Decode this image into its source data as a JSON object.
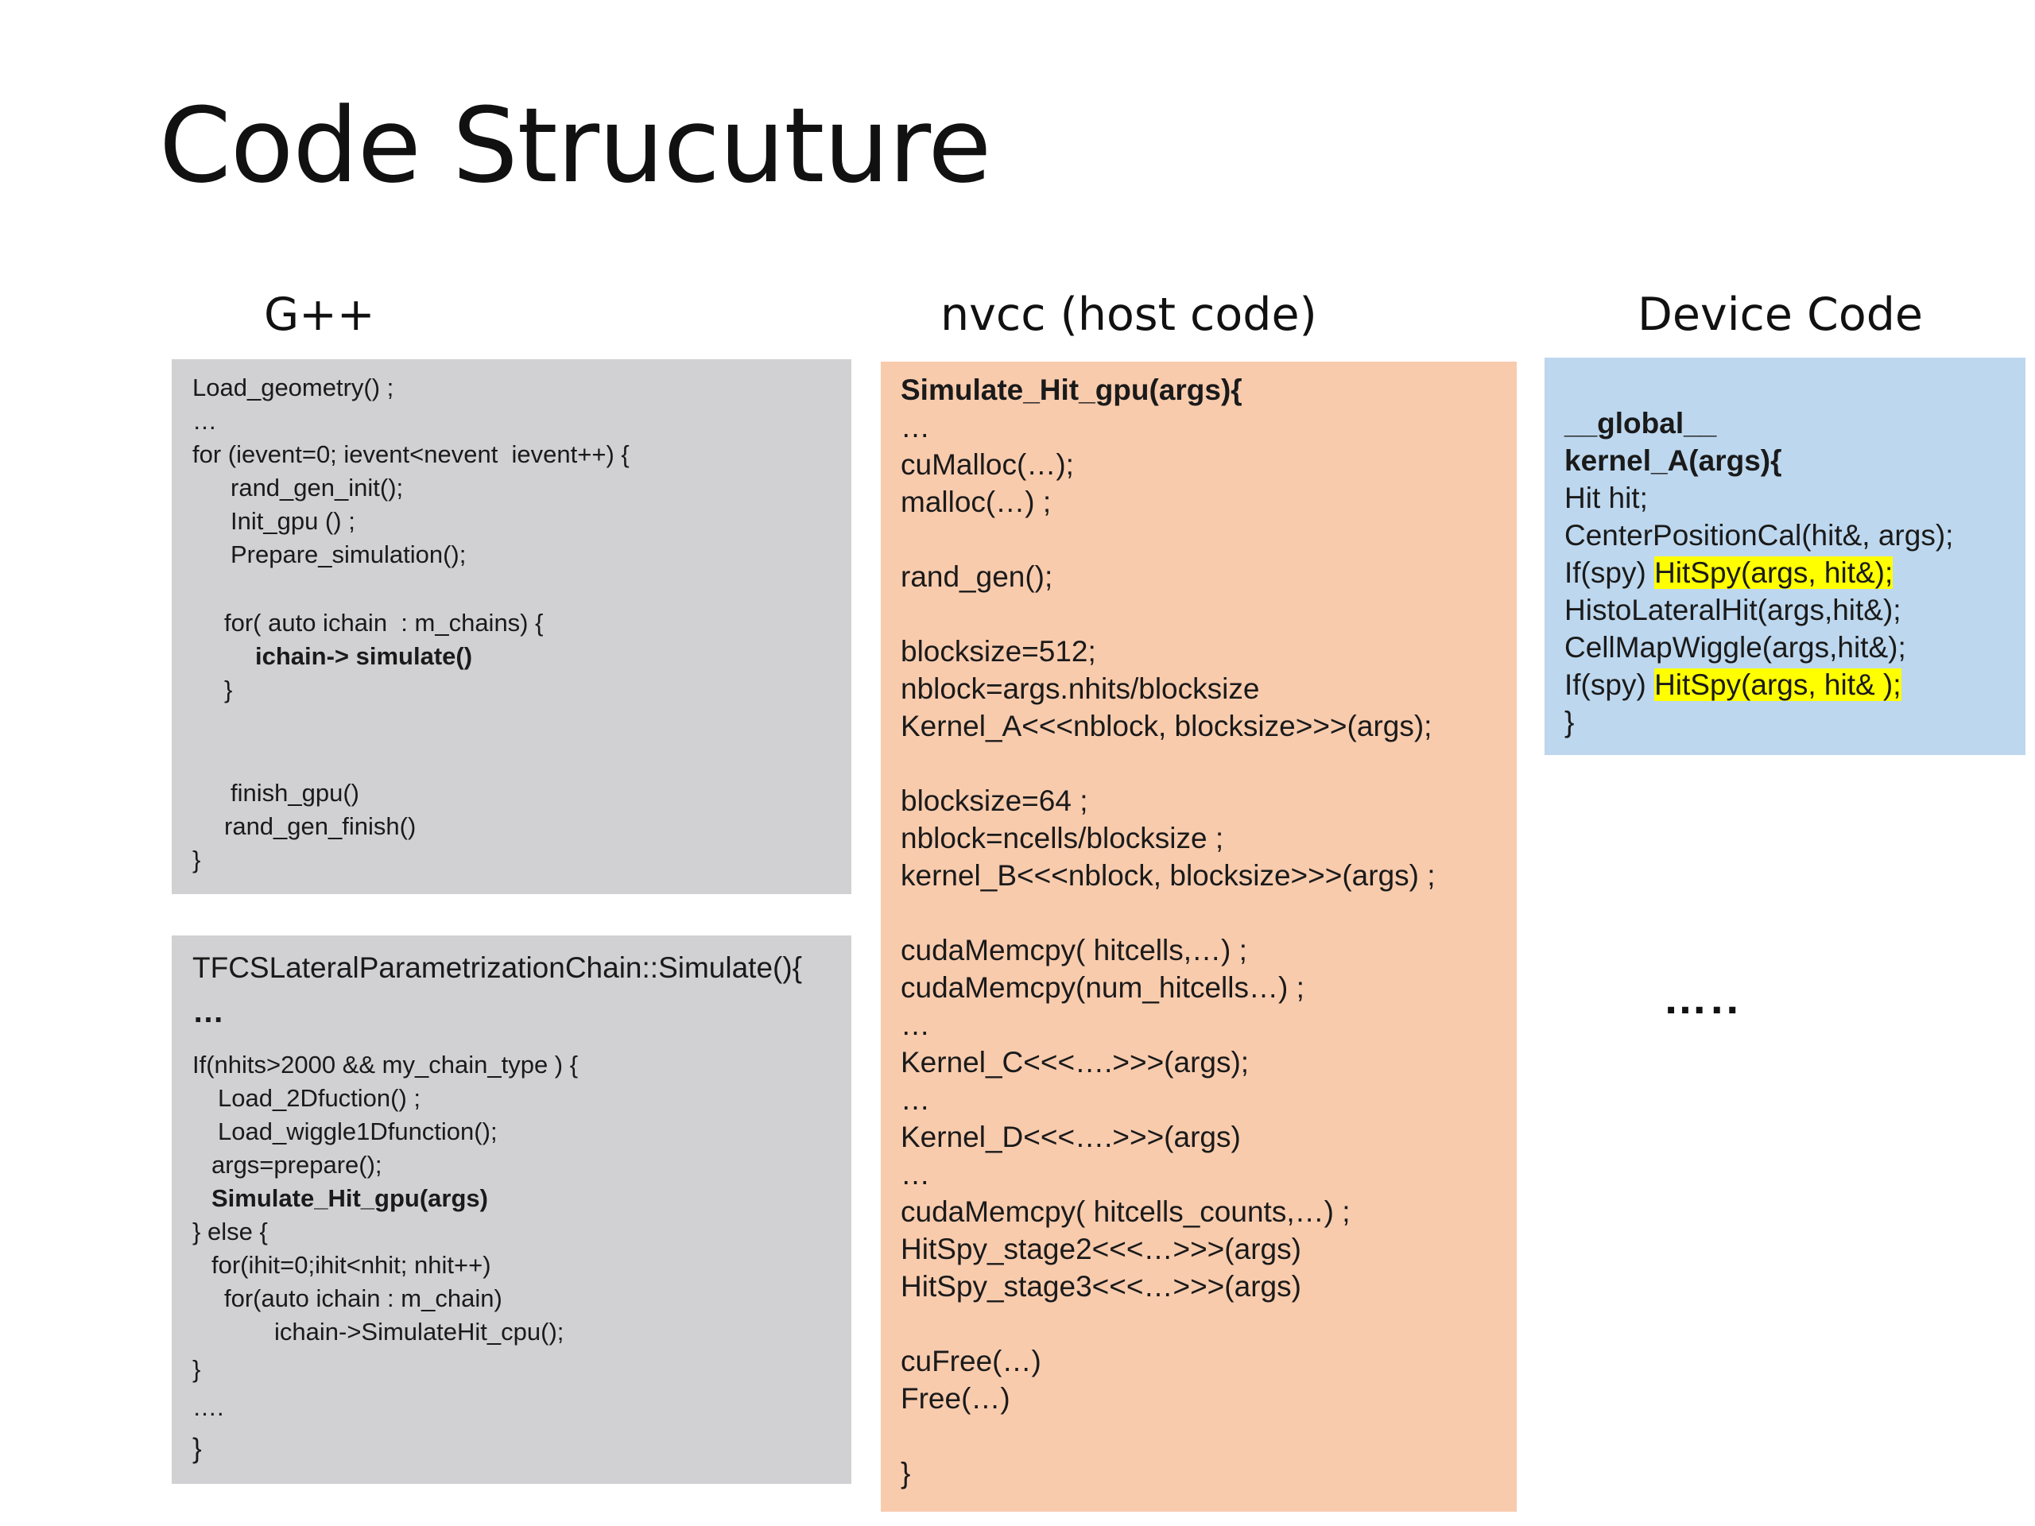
{
  "title": "Code Strucuture",
  "headings": {
    "gpp": "G++",
    "nvcc": "nvcc  (host code)",
    "device": "Device Code"
  },
  "main_loop": {
    "l1": "Load_geometry() ;",
    "l2": "…",
    "l3": "for (ievent=0; ievent<nevent  ievent++) {",
    "l4": "rand_gen_init();",
    "l5": "Init_gpu () ;",
    "l6": "Prepare_simulation();",
    "l7": "for( auto ichain  : m_chains) {",
    "l8": "ichain-> simulate()",
    "l9": "}",
    "l10": "finish_gpu()",
    "l11": "rand_gen_finish()",
    "l12": "}"
  },
  "chain_simulate": {
    "l1": "TFCSLateralParametrizationChain::Simulate(){",
    "l2": "…",
    "l3": "If(nhits>2000 && my_chain_type ) {",
    "l4": "Load_2Dfuction() ;",
    "l5": "Load_wiggle1Dfunction();",
    "l6": "args=prepare();",
    "l7": "Simulate_Hit_gpu(args)",
    "l8": "} else {",
    "l9": "for(ihit=0;ihit<nhit; nhit++)",
    "l10": "for(auto ichain : m_chain)",
    "l11": "ichain->SimulateHit_cpu();",
    "l12": "}",
    "l13": "….",
    "l14": "}"
  },
  "host_code": {
    "l1": "Simulate_Hit_gpu(args){",
    "l2": "…",
    "l3": "cuMalloc(…);",
    "l4": "malloc(…) ;",
    "l5": "rand_gen();",
    "l6": "blocksize=512;",
    "l7": "nblock=args.nhits/blocksize",
    "l8": "Kernel_A<<<nblock, blocksize>>>(args);",
    "l9": "blocksize=64 ;",
    "l10": "nblock=ncells/blocksize ;",
    "l11": "kernel_B<<<nblock, blocksize>>>(args) ;",
    "l12": "cudaMemcpy( hitcells,…) ;",
    "l13": "cudaMemcpy(num_hitcells…) ;",
    "l14": "…",
    "l15": "Kernel_C<<<….>>>(args);",
    "l16": "…",
    "l17": "Kernel_D<<<….>>>(args)",
    "l18": "…",
    "l19": "cudaMemcpy( hitcells_counts,…) ;",
    "l20": "HitSpy_stage2<<<…>>>(args)",
    "l21": "HitSpy_stage3<<<…>>>(args)",
    "l22": "cuFree(…)",
    "l23": "Free(…)",
    "l24": "}"
  },
  "device_code": {
    "l1": "__global__",
    "l2": "kernel_A(args){",
    "l3": "Hit hit;",
    "l4": "CenterPositionCal(hit&, args);",
    "l5_prefix": "If(spy) ",
    "l5_highlight": "HitSpy(args, hit&);",
    "l6": "HistoLateralHit(args,hit&);",
    "l7": "CellMapWiggle(args,hit&);",
    "l8_prefix": "If(spy) ",
    "l8_highlight": "HitSpy(args, hit& );",
    "l9": "}"
  },
  "ellipsis": "…..",
  "colors": {
    "gray_box": "#d1d0d2",
    "orange_box": "#f8cbad",
    "blue_box": "#bdd7ee",
    "highlight": "#ffff00"
  }
}
